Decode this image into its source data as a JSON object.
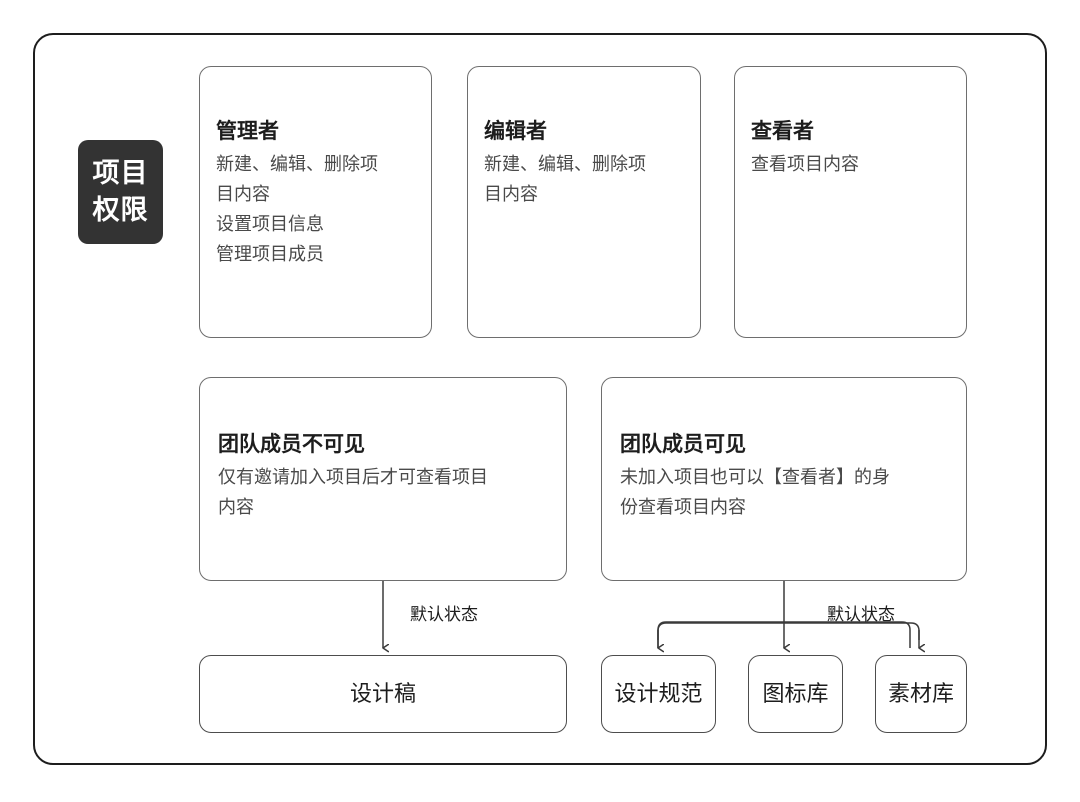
{
  "diagram": {
    "title": "项目权限",
    "badge": {
      "lines": [
        "项目",
        "权限"
      ],
      "background_color": "#333333",
      "text_color": "#ffffff"
    },
    "roles": [
      {
        "key": "admin",
        "title": "管理者",
        "desc": "新建、编辑、删除项\n目内容\n设置项目信息\n管理项目成员"
      },
      {
        "key": "editor",
        "title": "编辑者",
        "desc": "新建、编辑、删除项\n目内容"
      },
      {
        "key": "viewer",
        "title": "查看者",
        "desc": "查看项目内容"
      }
    ],
    "visibility": [
      {
        "key": "invisible",
        "title": "团队成员不可见",
        "desc": "仅有邀请加入项目后才可查看项目\n内容",
        "edge_label": "默认状态",
        "children": [
          "设计稿"
        ]
      },
      {
        "key": "visible",
        "title": "团队成员可见",
        "desc": "未加入项目也可以【查看者】的身\n份查看项目内容",
        "edge_label": "默认状态",
        "children": [
          "设计规范",
          "图标库",
          "素材库"
        ]
      }
    ],
    "leaves": {
      "draft": "设计稿",
      "spec": "设计规范",
      "icons": "图标库",
      "assets": "素材库"
    },
    "edge_labels": {
      "left": "默认状态",
      "right": "默认状态"
    },
    "colors": {
      "frame_border": "#1d1d1d",
      "card_border": "#6e6e6e",
      "leaf_border": "#4d4d4d",
      "connector": "#3a3a3a",
      "title_text": "#1d1d1d",
      "body_text": "#4a4a4a",
      "background": "#ffffff"
    }
  }
}
